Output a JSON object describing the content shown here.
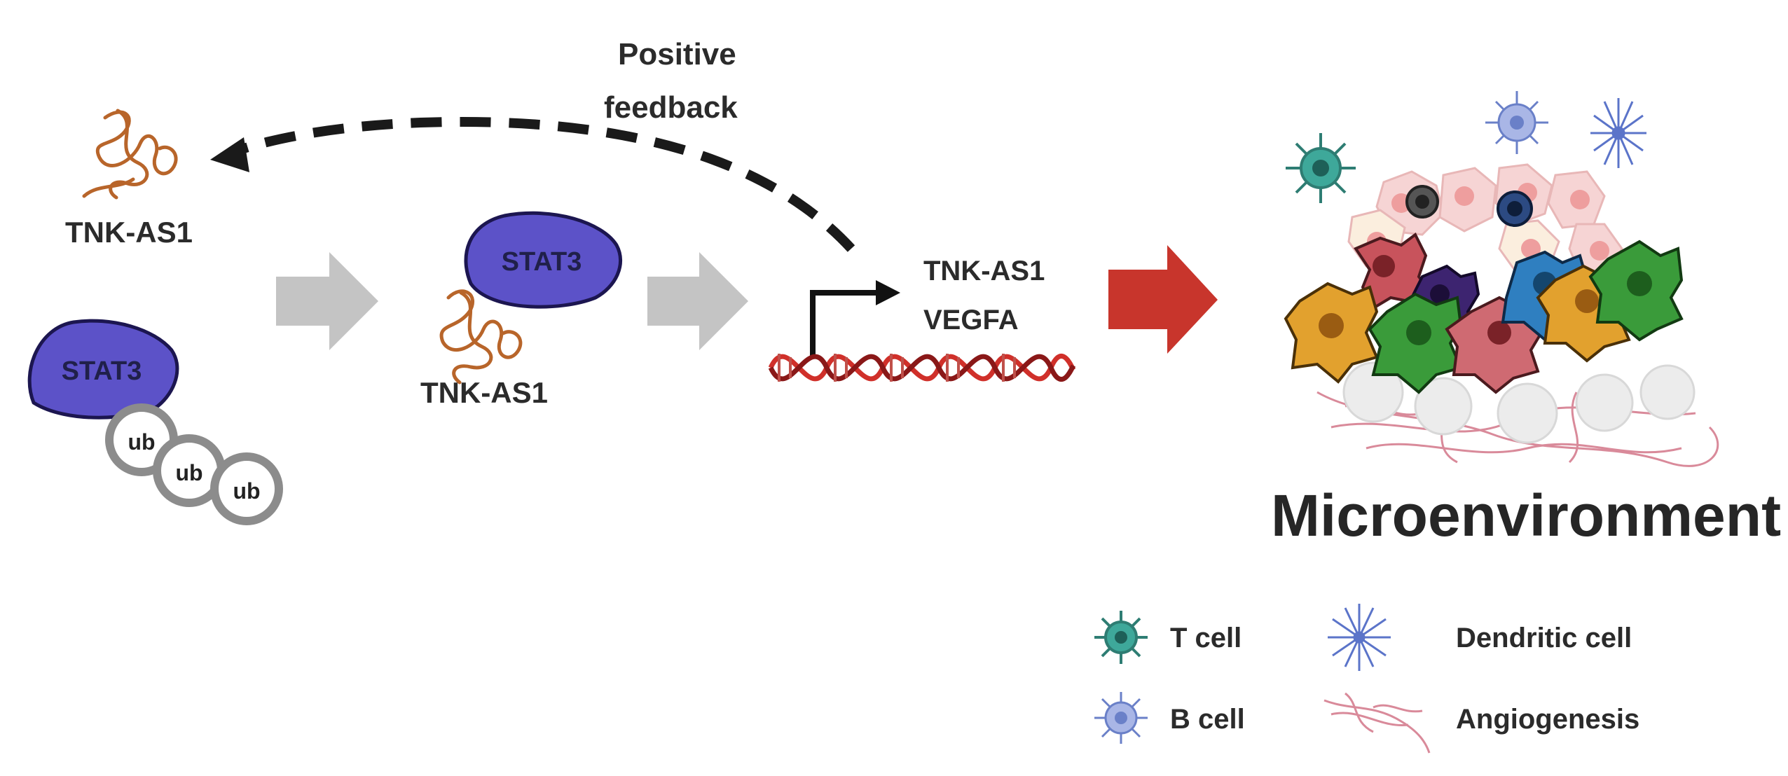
{
  "labels": {
    "feedback_line1": "Positive",
    "feedback_line2": "feedback",
    "rna_left": "TNK-AS1",
    "rna_middle": "TNK-AS1",
    "gene_line1": "TNK-AS1",
    "gene_line2": "VEGFA",
    "stat3_left": "STAT3",
    "stat3_middle": "STAT3",
    "ub1": "ub",
    "ub2": "ub",
    "ub3": "ub"
  },
  "microenvironment": {
    "title": "Microenvironment"
  },
  "legend": {
    "t_cell": "T cell",
    "b_cell": "B cell",
    "dendritic_cell": "Dendritic cell",
    "angiogenesis": "Angiogenesis"
  },
  "colors": {
    "stat3_fill": "#5c52c8",
    "rna": "#b8652a",
    "dna_red": "#d0302a",
    "dna_dark": "#8a1818",
    "gray_arrow": "#c4c4c4",
    "red_arrow": "#c8352c",
    "ub_ring": "#8c8c8c",
    "t_cell": "#3ea89a",
    "b_cell": "#7e95d8",
    "dendritic_cell": "#5b74c9",
    "vessel": "#d98a9a"
  }
}
